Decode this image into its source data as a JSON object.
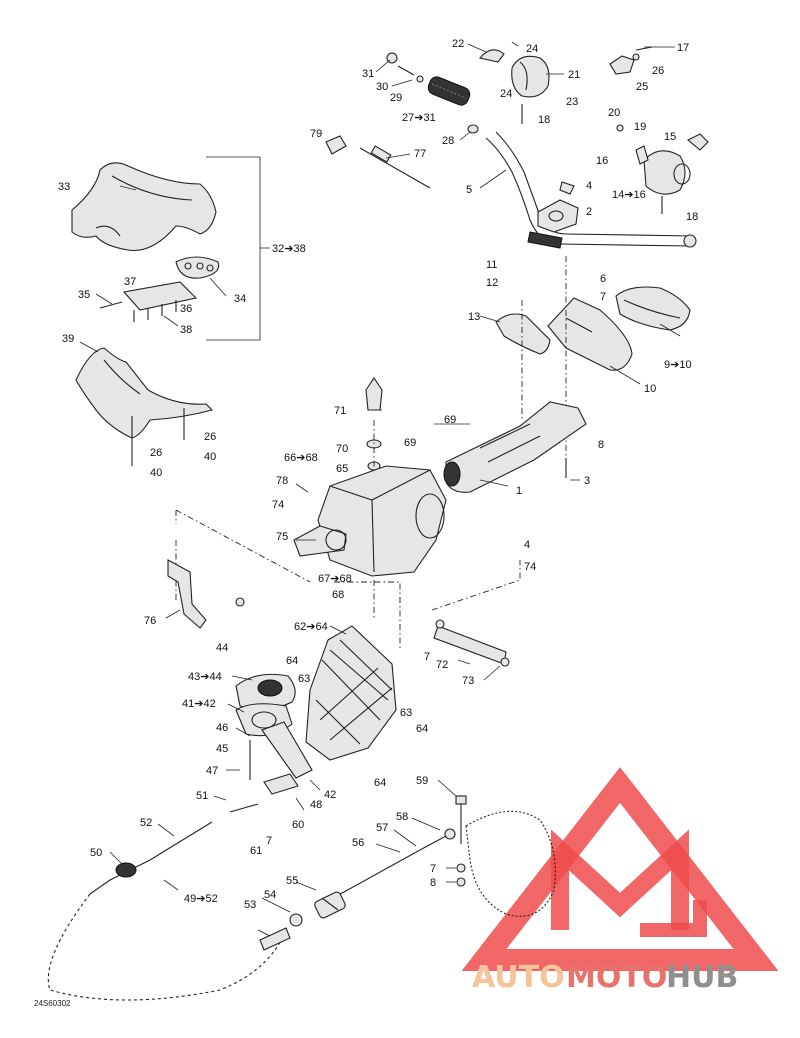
{
  "figure_code": "24S60302",
  "watermark": {
    "word1": "AUTO",
    "word2": "MOTO",
    "word3": "HUB",
    "color_auto": "#f5c49a",
    "color_moto": "#e8736c",
    "color_hub": "#8f8f8f",
    "logo_color": "#ef4b4b"
  },
  "callouts": {
    "c17": "17",
    "c26a": "26",
    "c25": "25",
    "c22": "22",
    "c24a": "24",
    "c21": "21",
    "c24b": "24",
    "c23": "23",
    "c18a": "18",
    "c31": "31",
    "c30": "30",
    "c29": "29",
    "c27_31": "27➔31",
    "c28": "28",
    "c79": "79",
    "c77": "77",
    "c5": "5",
    "c20": "20",
    "c19": "19",
    "c15": "15",
    "c16": "16",
    "c14_16": "14➔16",
    "c18b": "18",
    "c4a": "4",
    "c2": "2",
    "c33": "33",
    "c32_38": "32➔38",
    "c37": "37",
    "c35": "35",
    "c36": "36",
    "c34": "34",
    "c38": "38",
    "c11": "11",
    "c12": "12",
    "c6": "6",
    "c7a": "7",
    "c13": "13",
    "c9_10": "9➔10",
    "c10": "10",
    "c39": "39",
    "c26b": "26",
    "c26c": "26",
    "c40a": "40",
    "c40b": "40",
    "c71": "71",
    "c69a": "69",
    "c69b": "69",
    "c8a": "8",
    "c70": "70",
    "c66_68": "66➔68",
    "c65": "65",
    "c1": "1",
    "c3": "3",
    "c78": "78",
    "c74a": "74",
    "c75": "75",
    "c4b": "4",
    "c74b": "74",
    "c67_68": "67➔68",
    "c68": "68",
    "c76": "76",
    "c62_64": "62➔64",
    "c44": "44",
    "c64a": "64",
    "c63a": "63",
    "c43_44": "43➔44",
    "c7b": "7",
    "c72": "72",
    "c73": "73",
    "c41_42": "41➔42",
    "c63b": "63",
    "c64b": "64",
    "c46": "46",
    "c45": "45",
    "c47": "47",
    "c64c": "64",
    "c42": "42",
    "c48": "48",
    "c51": "51",
    "c60": "60",
    "c52": "52",
    "c7c": "7",
    "c61": "61",
    "c59": "59",
    "c58": "58",
    "c57": "57",
    "c56": "56",
    "c50": "50",
    "c7d": "7",
    "c8b": "8",
    "c55": "55",
    "c49_52": "49➔52",
    "c54": "54",
    "c53": "53"
  }
}
